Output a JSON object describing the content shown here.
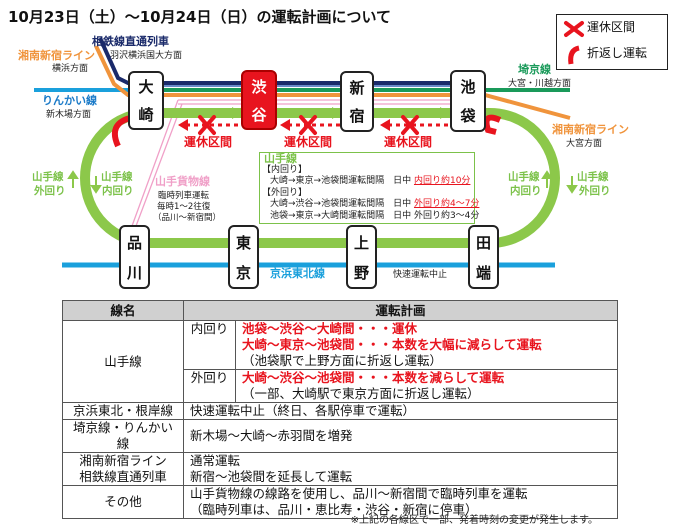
{
  "title": "10月23日（土）～10月24日（日）の運転計画について",
  "legend": {
    "stop": "運休区間",
    "turnback": "折返し運転"
  },
  "colors": {
    "yamanote": "#7cc24a",
    "stop": "#e8141e",
    "keihin": "#1aa0dc",
    "saikyo": "#1a9a5a",
    "shonan": "#f0943c",
    "sotetsu": "#1a2a6a",
    "freight": "#f0a0c8"
  },
  "stations": {
    "osaki": [
      "大",
      "崎"
    ],
    "shibuya": [
      "渋",
      "谷"
    ],
    "shinjuku": [
      "新",
      "宿"
    ],
    "ikebukuro": [
      "池",
      "袋"
    ],
    "shinagawa": [
      "品",
      "川"
    ],
    "tokyo": [
      "東",
      "京"
    ],
    "ueno": [
      "上",
      "野"
    ],
    "tabata": [
      "田",
      "端"
    ]
  },
  "lines": {
    "sotetsu": {
      "name": "相鉄線直通列車",
      "dir": "羽沢横浜国大方面"
    },
    "shonan_w": {
      "name": "湘南新宿ライン",
      "dir": "横浜方面"
    },
    "rinkai": {
      "name": "りんかい線",
      "dir": "新木場方面"
    },
    "saikyo": {
      "name": "埼京線",
      "dir": "大宮・川越方面"
    },
    "shonan_e": {
      "name": "湘南新宿ライン",
      "dir": "大宮方面"
    },
    "freight": {
      "name": "山手貨物線",
      "notes": [
        "臨時列車運転",
        "毎時1～2往復",
        "（品川～新宿間）"
      ]
    },
    "keihin": {
      "name": "京浜東北線",
      "note": "快速運転中止"
    },
    "yamanote_left": {
      "outer": [
        "山手線",
        "外回り"
      ],
      "inner": [
        "山手線",
        "内回り"
      ]
    },
    "yamanote_right": {
      "inner": [
        "山手線",
        "内回り"
      ],
      "outer": [
        "山手線",
        "外回り"
      ]
    }
  },
  "stop_label": "運休区間",
  "info": {
    "title": "山手線",
    "inner_head": "【内回り】",
    "inner_1": "大崎→東京→池袋間運転間隔　日中",
    "inner_1v": "内回り約10分",
    "outer_head": "【外回り】",
    "outer_1": "大崎→渋谷→池袋間運転間隔　日中",
    "outer_1v": "外回り約4～7分",
    "outer_2": "池袋→東京→大崎間運転間隔　日中 外回り約3～4分"
  },
  "table": {
    "headers": [
      "線名",
      "運転計画"
    ],
    "yamanote": {
      "name": "山手線",
      "inner": "内回り",
      "inner_l1": "池袋～渋谷～大崎間・・・運休",
      "inner_l2": "大崎～東京～池袋間・・・本数を大幅に減らして運転",
      "inner_l3": "（池袋駅で上野方面に折返し運転）",
      "outer": "外回り",
      "outer_l1": "大崎～渋谷～池袋間・・・本数を減らして運転",
      "outer_l2": "（一部、大崎駅で東京方面に折返し運転）"
    },
    "keihin": {
      "name": "京浜東北・根岸線",
      "plan": "快速運転中止（終日、各駅停車で運転）"
    },
    "saikyo": {
      "name": "埼京線・りんかい線",
      "plan": "新木場～大崎～赤羽間を増発"
    },
    "shonan": {
      "name1": "湘南新宿ライン",
      "name2": "相鉄線直通列車",
      "plan1": "通常運転",
      "plan2": "新宿～池袋間を延長して運転"
    },
    "other": {
      "name": "その他",
      "plan1": "山手貨物線の線路を使用し、品川～新宿間で臨時列車を運転",
      "plan2": "（臨時列車は、品川・恵比寿・渋谷・新宿に停車）"
    }
  },
  "footnote": "※上記の各線区で一部、発着時刻の変更が発生します。"
}
